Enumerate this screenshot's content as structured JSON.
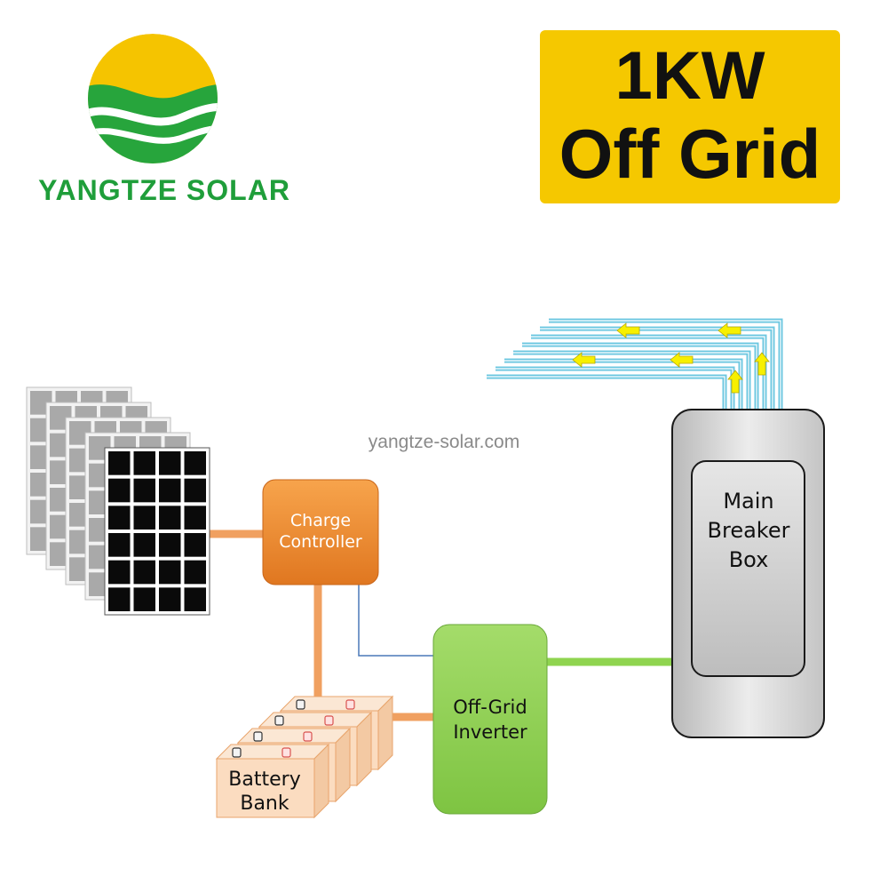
{
  "brand": {
    "name": "YANGTZE SOLAR",
    "logo": "sun-and-waves-logo",
    "colors": {
      "sun": "#f5c400",
      "wave": "#27a53c"
    }
  },
  "title": {
    "line1": "1KW",
    "line2": "Off Grid",
    "background": "#f5c800"
  },
  "watermark": "yangtze-solar.com",
  "components": {
    "solar_panels": {
      "icon": "solar-panel-icon",
      "count": 5
    },
    "charge_controller": {
      "line1": "Charge",
      "line2": "Controller",
      "color": "#f08a2c"
    },
    "inverter": {
      "line1": "Off-Grid",
      "line2": "Inverter",
      "color": "#8ccf50"
    },
    "battery_bank": {
      "line1": "Battery",
      "line2": "Bank",
      "count": 4,
      "color": "#f9dcc2"
    },
    "breaker_box": {
      "line1": "Main",
      "line2": "Breaker",
      "line3": "Box",
      "color": "#cfcfcf"
    }
  },
  "wiring": {
    "dc_color": "#f0a060",
    "ac_color": "#8fd44f",
    "signal_color": "#4a78b8",
    "circuit_color": "#6cc7e0",
    "arrow_color": "#f7f000",
    "circuit_count": 8
  }
}
